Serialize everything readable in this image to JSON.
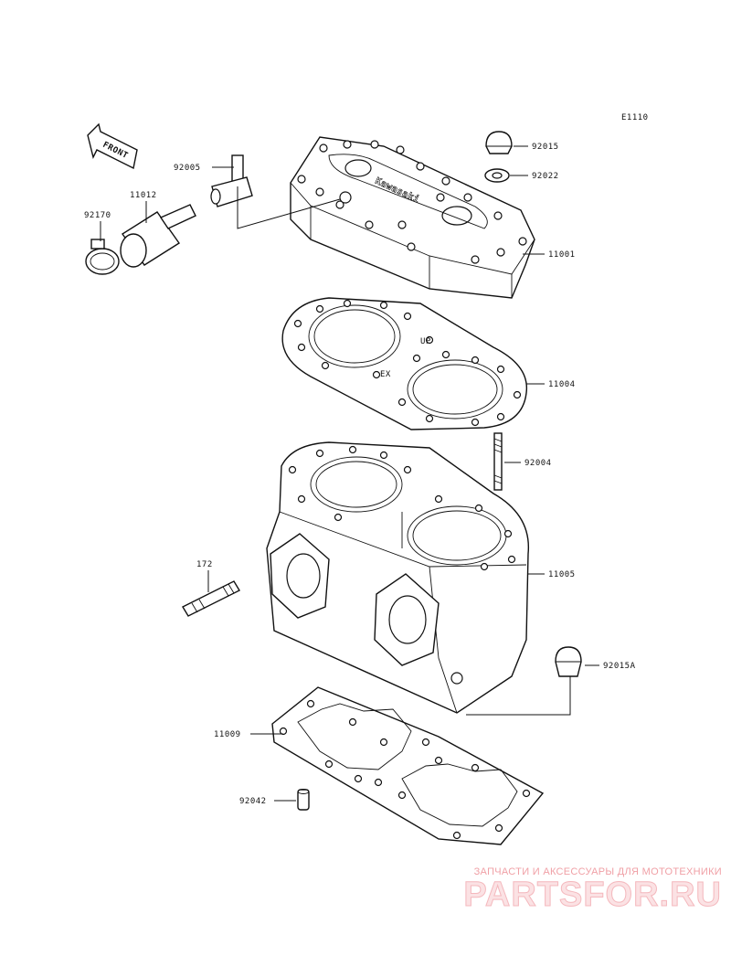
{
  "diagram_id": "E1110",
  "front_arrow_label": "FRONT",
  "head_gasket_marks": {
    "up": "UP",
    "ex": "EX"
  },
  "parts": [
    {
      "id": "cylinder-head",
      "number": "11001"
    },
    {
      "id": "head-gasket",
      "number": "11004"
    },
    {
      "id": "cylinder",
      "number": "11005"
    },
    {
      "id": "base-gasket",
      "number": "11009"
    },
    {
      "id": "fitting",
      "number": "11012"
    },
    {
      "id": "stud-short",
      "number": "172"
    },
    {
      "id": "stud-long",
      "number": "92004"
    },
    {
      "id": "nipple",
      "number": "92005"
    },
    {
      "id": "cap-nut-top",
      "number": "92015"
    },
    {
      "id": "cap-nut-bottom",
      "number": "92015A"
    },
    {
      "id": "washer",
      "number": "92022"
    },
    {
      "id": "dowel-pin",
      "number": "92042"
    },
    {
      "id": "clamp",
      "number": "92170"
    }
  ],
  "watermark": {
    "tagline": "ЗАПЧАСТИ И АКСЕССУАРЫ ДЛЯ МОТОТЕХНИКИ",
    "brand": "PARTSFOR.RU"
  }
}
